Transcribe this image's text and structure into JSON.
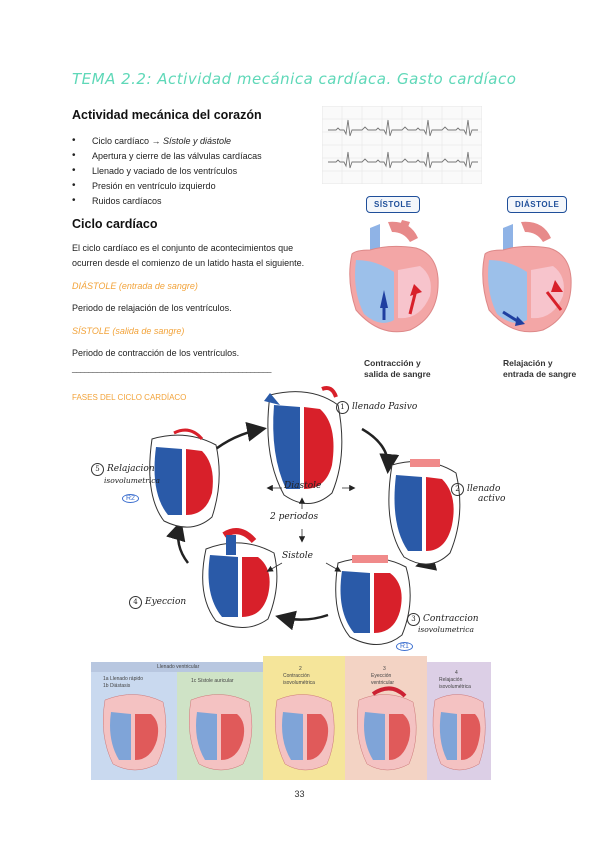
{
  "title": "TEMA 2.2: Actividad mecánica cardíaca. Gasto cardíaco",
  "section1": {
    "heading": "Actividad mecánica del corazón",
    "bullets": [
      {
        "prefix": "Ciclo cardíaco → ",
        "italic": "Sístole y diástole"
      },
      {
        "prefix": "Apertura y cierre de las válvulas cardíacas",
        "italic": ""
      },
      {
        "prefix": "Llenado y vaciado de los ventrículos",
        "italic": ""
      },
      {
        "prefix": "Presión en ventrículo izquierdo",
        "italic": ""
      },
      {
        "prefix": "Ruidos cardíacos",
        "italic": ""
      }
    ]
  },
  "section2": {
    "heading": "Ciclo cardíaco",
    "line1": "El ciclo cardíaco es el conjunto de acontecimientos que",
    "line2": "ocurren desde el comienzo de un latido hasta el siguiente.",
    "diastole_label": "DIÁSTOLE (entrada de sangre)",
    "diastole_text": "Periodo de relajación de los ventrículos.",
    "sistole_label": "SÍSTOLE (salida de sangre)",
    "sistole_text": "Periodo de contracción de los ventrículos.",
    "separator": "________________________________________________",
    "fases_heading": "FASES DEL CICLO CARDÍACO"
  },
  "figure_top": {
    "left_pill": "SÍSTOLE",
    "right_pill": "DIÁSTOLE",
    "left_caption": [
      "Contracción y",
      "salida de sangre"
    ],
    "right_caption": [
      "Relajación y",
      "entrada de sangre"
    ]
  },
  "cycle": {
    "phase1": {
      "num": "1",
      "text": "llenado Pasivo"
    },
    "phase2": {
      "num": "2",
      "text": "llenado",
      "text2": "activo"
    },
    "phase3": {
      "num": "3",
      "text": "Contraccion",
      "text2": "isovolumetrica",
      "badge": "R1"
    },
    "phase4": {
      "num": "4",
      "text": "Eyeccion"
    },
    "phase5": {
      "num": "5",
      "text": "Relajacion",
      "text2": "isovolumetrica",
      "badge": "R2"
    },
    "center_diastole": "Diastole",
    "center_periods": "2 periodos",
    "center_sistole": "Sistole"
  },
  "strip": {
    "header": "Llenado ventricular",
    "panels": [
      {
        "lines": [
          "1a Llenado rápido",
          "1b Diástasis"
        ]
      },
      {
        "lines": [
          "1c Sístole auricular"
        ]
      },
      {
        "lines": [
          "2",
          "Contracción",
          "isovolumétrica"
        ]
      },
      {
        "lines": [
          "3",
          "Eyección",
          "ventricular"
        ]
      },
      {
        "lines": [
          "4",
          "Relajación",
          "isovolumétrica"
        ]
      }
    ]
  },
  "page_number": "33",
  "colors": {
    "title": "#5fd8b8",
    "orange": "#f2a33a",
    "blood_red": "#d8202a",
    "blood_blue": "#1f4f9a"
  }
}
